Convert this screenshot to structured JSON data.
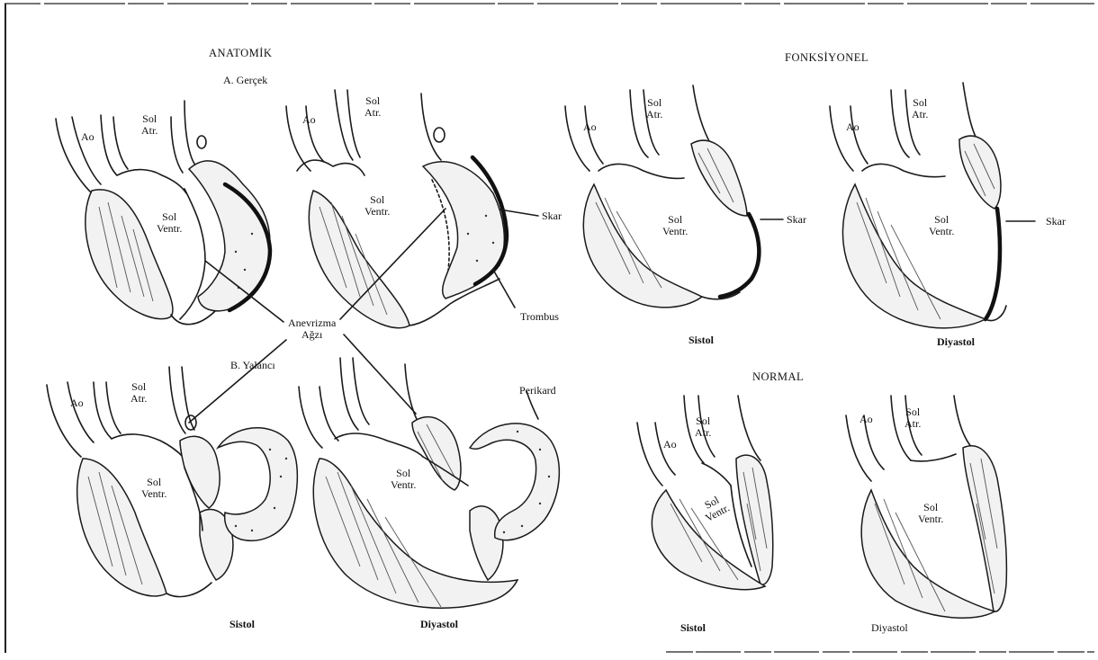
{
  "headings": {
    "anatomik": "ANATOMİK",
    "fonksiyonel": "FONKSİYONEL",
    "normal": "NORMAL",
    "gercek": "A. Gerçek",
    "yalanci": "B. Yalancı"
  },
  "labels": {
    "ao": "Ao",
    "sol_atr": "Sol\nAtr.",
    "sol_ventr": "Sol\nVentr.",
    "skar": "Skar",
    "trombus": "Trombus",
    "anevrizma_agzi": "Anevrizma\nAğzı",
    "perikard": "Perikard",
    "sistol": "Sistol",
    "diyastol": "Diyastol"
  }
}
